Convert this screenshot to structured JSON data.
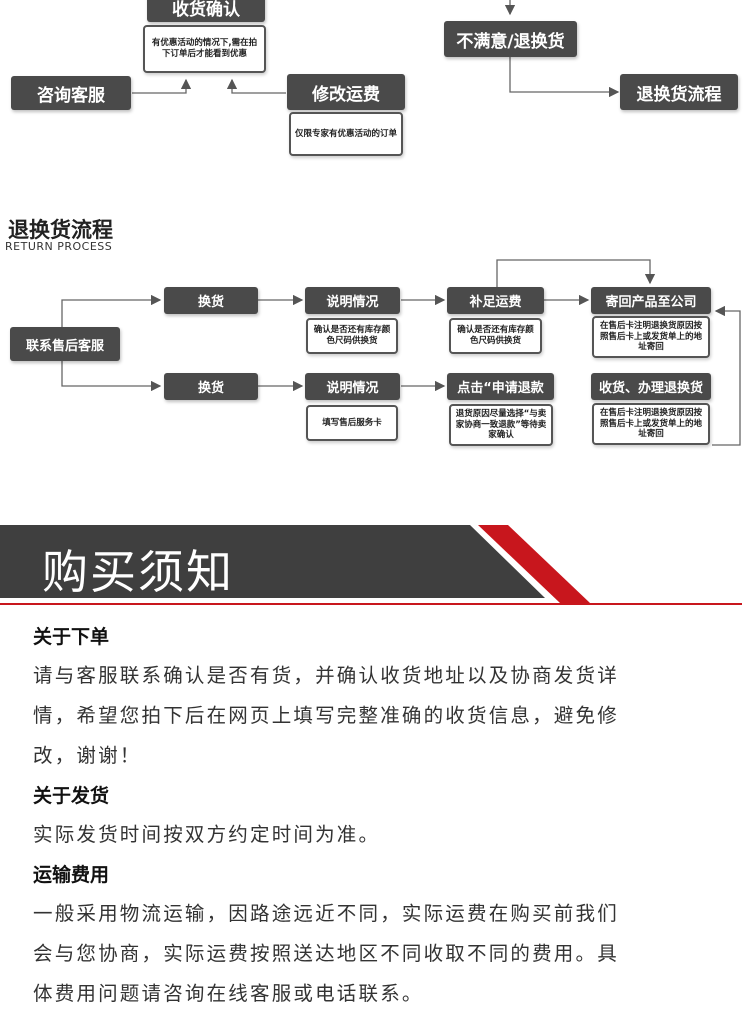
{
  "top_flow": {
    "confirm_receipt": "收货确认",
    "discount_note": "有优惠活动的情况下,需在拍下订单后才能看到优惠",
    "consult_service": "咨询客服",
    "modify_shipping": "修改运费",
    "modify_note": "仅限专家有优惠活动的订单",
    "unsatisfied": "不满意/退换货",
    "return_process_box": "退换货流程"
  },
  "return_section": {
    "title": "退换货流程",
    "subtitle": "RETURN PROCESS"
  },
  "return_flow": {
    "contact": "联系售后客服",
    "row1": {
      "exchange": "换货",
      "explain": "说明情况",
      "explain_note": "确认是否还有库存颜色尺码供换货",
      "top_up": "补足运费",
      "top_up_note": "确认是否还有库存颜色尺码供换货",
      "send_back": "寄回产品至公司",
      "send_back_note": "在售后卡注明退换货原因按照售后卡上或发货单上的地址寄回"
    },
    "row2": {
      "exchange": "换货",
      "explain": "说明情况",
      "explain_note": "填写售后服务卡",
      "apply": "点击“申请退款",
      "apply_note": "退货原因尽量选择“与卖家协商一致退款”等待卖家确认",
      "receive": "收货、办理退换货",
      "receive_note": "在售后卡注明退换货原因按照售后卡上或发货单上的地址寄回"
    }
  },
  "banner": {
    "title": "购买须知",
    "colors": {
      "dark": "#3f3f3f",
      "red": "#c8161d"
    }
  },
  "notice": [
    {
      "heading": "关于下单",
      "lines": [
        "请与客服联系确认是否有货，并确认收货地址以及协商发货详",
        "情，希望您拍下后在网页上填写完整准确的收货信息，避免修",
        "改，谢谢！"
      ]
    },
    {
      "heading": "关于发货",
      "lines": [
        "实际发货时间按双方约定时间为准。"
      ]
    },
    {
      "heading": "运输费用",
      "lines": [
        "一般采用物流运输，因路途远近不同，实际运费在购买前我们",
        "会与您协商，实际运费按照送达地区不同收取不同的费用。具",
        "体费用问题请咨询在线客服或电话联系。"
      ]
    }
  ]
}
